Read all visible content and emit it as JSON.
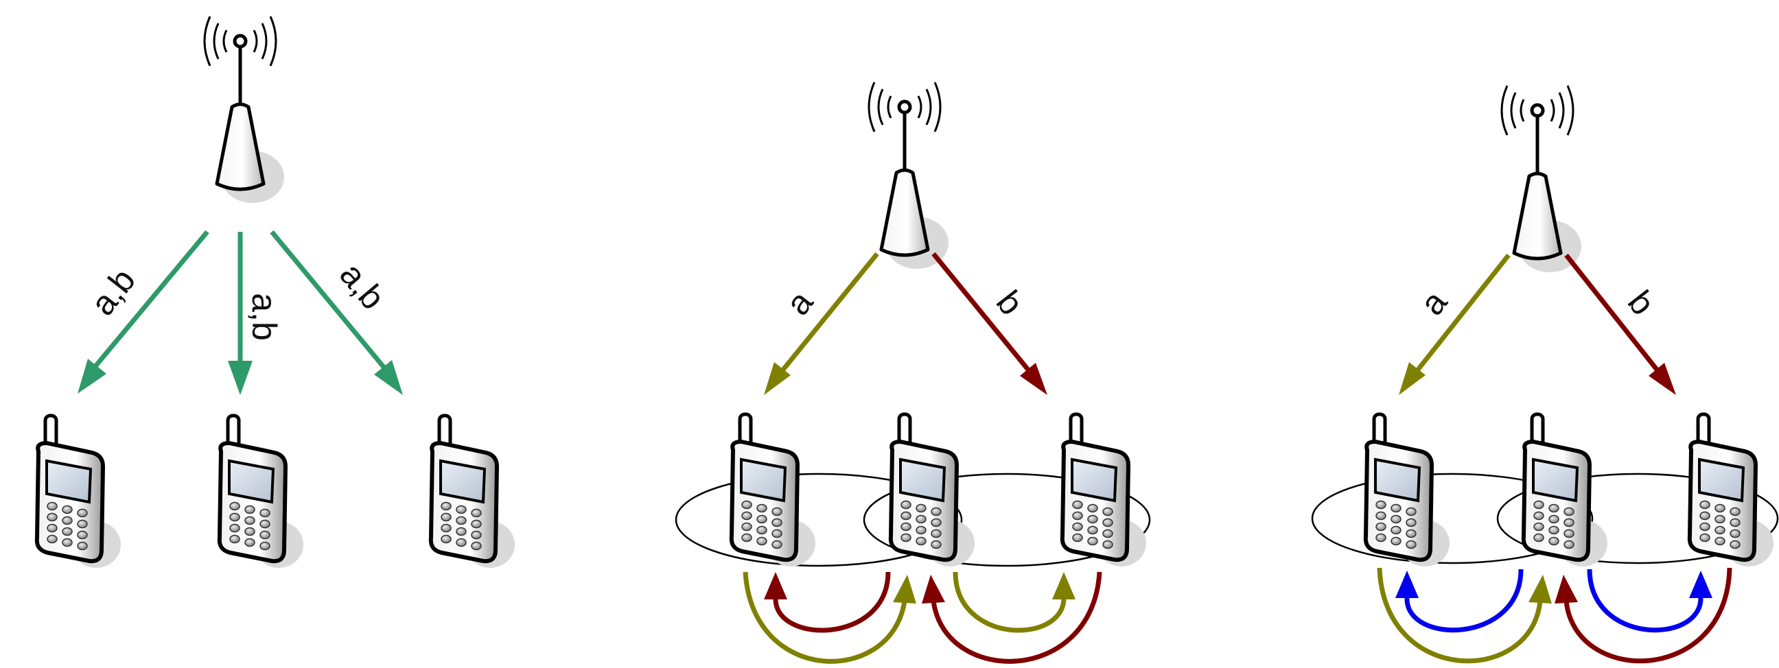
{
  "colors": {
    "broadcast": "#2e9a6a",
    "stream_a": "#808000",
    "stream_b": "#800000",
    "relay": "#0000ee",
    "outline": "#000000",
    "shadow": "#d6d6d6"
  },
  "panels": [
    {
      "id": "broadcast",
      "links": [
        {
          "label": "a,b",
          "color_key": "broadcast"
        },
        {
          "label": "a,b",
          "color_key": "broadcast"
        },
        {
          "label": "a,b",
          "color_key": "broadcast"
        }
      ],
      "phones": 3,
      "clusters": 0,
      "relay_arrows": []
    },
    {
      "id": "split-relay",
      "links": [
        {
          "label": "a",
          "color_key": "stream_a"
        },
        {
          "label": "b",
          "color_key": "stream_b"
        }
      ],
      "phones": 3,
      "clusters": 2,
      "relay_arrows": [
        "stream_a",
        "stream_b",
        "stream_a",
        "stream_b"
      ]
    },
    {
      "id": "split-relay-coded",
      "links": [
        {
          "label": "a",
          "color_key": "stream_a"
        },
        {
          "label": "b",
          "color_key": "stream_b"
        }
      ],
      "phones": 3,
      "clusters": 2,
      "relay_arrows": [
        "stream_a",
        "relay",
        "stream_b",
        "relay"
      ]
    }
  ]
}
